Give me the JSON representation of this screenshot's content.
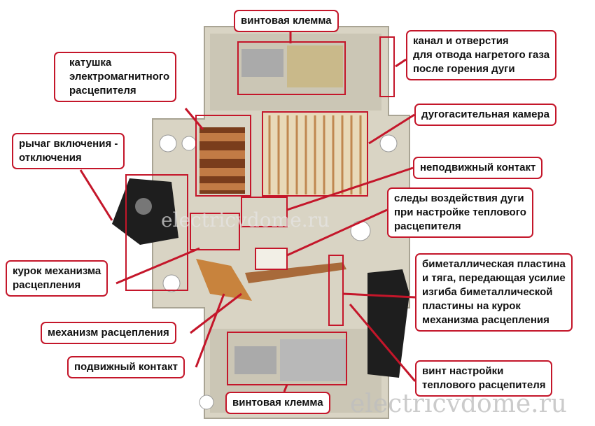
{
  "title": "Устройство автоматического выключателя",
  "watermark": "electricvdome.ru",
  "colors": {
    "accent": "#c4162a",
    "body": "#d9d4c4",
    "copper": "#b86a2a"
  },
  "labels": {
    "screw_terminal_top": "винтовая клемма",
    "coil": "катушка\nэлектромагнитного\nрасцепителя",
    "lever": "рычаг включения -\nотключения",
    "gas_channel": "канал и отверстия\nдля отвода нагретого газа\nпосле горения дуги",
    "arc_chamber": "дугогасительная камера",
    "fixed_contact": "неподвижный контакт",
    "arc_traces": "следы воздействия дуги\nпри настройке теплового\nрасцепителя",
    "trigger": "курок механизма\nрасцепления",
    "bimetal": "биметаллическая пластина\nи тяга, передающая усилие\nизгиба биметаллической\nпластины на курок\nмеханизма расцепления",
    "release_mechanism": "механизм расцепления",
    "moving_contact": "подвижный контакт",
    "adjust_screw": "винт настройки\nтеплового расцепителя",
    "screw_terminal_bottom": "винтовая клемма"
  }
}
